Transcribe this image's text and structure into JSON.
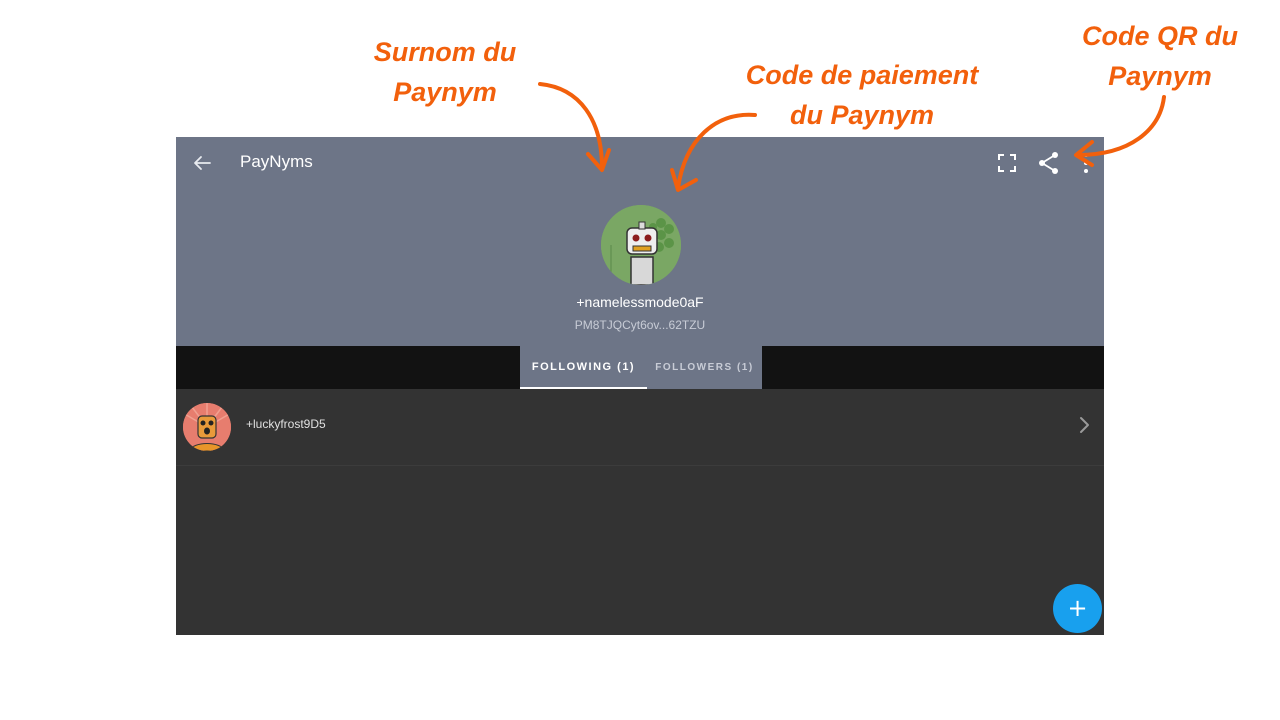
{
  "annotations": {
    "nickname": [
      "Surnom du",
      "Paynym"
    ],
    "payment_code": [
      "Code de paiement",
      "du Paynym"
    ],
    "qr_code": [
      "Code QR du",
      "Paynym"
    ]
  },
  "toolbar": {
    "title": "PayNyms",
    "back_icon": "arrow-left-icon",
    "expand_icon": "expand-icon",
    "share_icon": "share-icon",
    "more_icon": "more-vertical-icon"
  },
  "profile": {
    "nym": "+namelessmode0aF",
    "payment_code": "PM8TJQCyt6ov...62TZU"
  },
  "tabs": {
    "following": "FOLLOWING  (1)",
    "followers": "FOLLOWERS  (1)"
  },
  "following_list": [
    {
      "nym": "+luckyfrost9D5"
    }
  ],
  "fab": {
    "label": "+"
  },
  "colors": {
    "annotation": "#f2600c",
    "header": "#6d7587",
    "tabbar": "#121212",
    "list_bg": "#333333",
    "fab": "#18a0ee"
  }
}
